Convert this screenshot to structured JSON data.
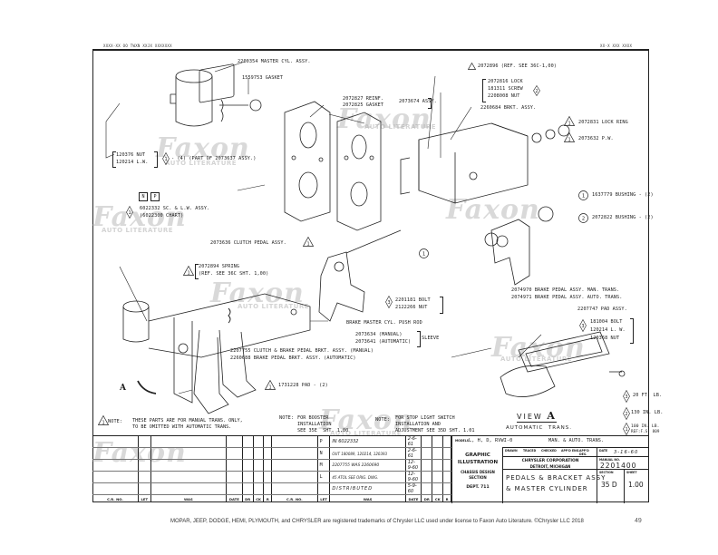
{
  "header": {
    "left_code": "XXXX-XX  OO TWXN XXJX XXXXXXX",
    "right_code": "XX-X  XXX XXXX"
  },
  "callouts": {
    "master_cyl": "2200354 MASTER CYL. ASSY.",
    "gasket": "1559753 GASKET",
    "reinf": "2072827 REINF.",
    "gasket2": "2072825 GASKET",
    "reinf_assy": "2073674 ASSY.",
    "ref_36c": "2072896 (REF. SEE 36C-1,00)",
    "lock": "2072816 LOCK",
    "screw": "181311 SCREW",
    "nut": "2208008 NUT",
    "brkt": "2260684 BRKT. ASSY.",
    "lock_ring": "2072831 LOCK RING",
    "pw": "2073632 P.W.",
    "bushing1": "1637779 BUSHING - (2)",
    "bushing2": "2072822 BUSHING - (2)",
    "nut_120376": "120376 NUT",
    "lw_120214": "120214 L.W.",
    "part_of": "- (4) (PART OF 2073637 ASSY.)",
    "sc_lw": "6022332 SC. & L.W. ASSY.",
    "chart": "(6022300 CHART)",
    "box_n": "N",
    "box_p": "P",
    "clutch_pedal": "2073636 CLUTCH PEDAL ASSY.",
    "spring": "2072894 SPRING",
    "spring_ref": "(REF. SEE 36C SHT. 1,00)",
    "bolt": "2201181 BOLT",
    "nut2": "2122266 NUT",
    "push_rod": "BRAKE MASTER CYL. PUSH ROD",
    "sleeve_man": "2073634 (MANUAL)",
    "sleeve_auto": "2073641 (AUTOMATIC)",
    "sleeve": "SLEEVE",
    "brake_man": "2074970 BRAKE PEDAL ASSY. MAN. TRANS.",
    "brake_auto": "2074971 BRAKE PEDAL ASSY. AUTO. TRANS.",
    "pad_assy": "2207747 PAD ASSY.",
    "bolt2": "181004  BOLT",
    "lw2": "120214  L. W.",
    "nut3": "120368  NUT",
    "bracket_man": "2207755 CLUTCH & BRAKE PEDAL BRKT. ASSY. (MANUAL)",
    "bracket_auto": "2260688 BRAKE PEDAL BRKT. ASSY. (AUTOMATIC)",
    "pad": "1731228 PAD - (2)",
    "view_marker": "A"
  },
  "markers": {
    "one": "1",
    "two": "2",
    "three": "3"
  },
  "torque": [
    {
      "marker": "3",
      "value": "20 FT. LB."
    },
    {
      "marker": "2",
      "value": "130 IN. LB."
    },
    {
      "marker": "1",
      "value": "100 IN. LB."
    }
  ],
  "torque_ref": "REF:F.S. 809",
  "notes": {
    "note1_label": "NOTE:",
    "note1": "THESE PARTS ARE FOR MANUAL TRANS. ONLY,\nTO BE OMITTED WITH AUTOMATIC TRANS.",
    "note2_label": "NOTE:",
    "note2": "FOR BOOSTER\nINSTALLATION\nSEE 35E  SHT. 1,00",
    "note3_label": "NOTE:",
    "note3": "FOR STOP LIGHT SWITCH\nINSTALLATION AND\nADJUSTMENT SEE 35D SHT. 1.01"
  },
  "view": {
    "title_word": "VIEW",
    "title_letter": "A",
    "subtitle": "AUTOMATIC  TRANS."
  },
  "revisions": {
    "headers": [
      "C.R. NO.",
      "LET",
      "WAS",
      "DATE",
      "DR",
      "CK",
      "R",
      "C.R. NO.",
      "LET",
      "WAS",
      "DATE",
      "DR",
      "CK",
      "R"
    ],
    "rows": [
      {
        "let": "P",
        "was": "IN 6022332",
        "date": "2-6-61"
      },
      {
        "let": "N",
        "was": "OUT 180089, 120214, 120393",
        "date": "2-6-61"
      },
      {
        "let": "M",
        "was": "2207755 WAS 2260690",
        "date": "12-9-60"
      },
      {
        "let": "L",
        "was": "45 ATOL SEE ORIG. DWG.",
        "date": "12-9-60"
      },
      {
        "let": "",
        "was": "DISTRIBUTED",
        "date": "5-9-60"
      }
    ]
  },
  "title_block": {
    "dept_title1": "GRAPHIC",
    "dept_title2": "ILLUSTRATION",
    "dept_sub1": "CHASSIS DESIGN",
    "dept_sub2": "SECTION",
    "dept": "DEPT. 711",
    "models_label": "MODELS",
    "models": "L, H, D,   RVWI-0",
    "trans": "MAN. & AUTO. TRANS.",
    "drawn_label": "DRAWN",
    "traced_label": "TRACED",
    "checked_label": "CHECKED",
    "appd_label": "APP'D ENG.",
    "appd2_label": "APP'D DES.",
    "date_label": "DATE",
    "date": "3-16-60",
    "company": "CHRYSLER CORPORATION",
    "city": "DETROIT, MICHIGAN",
    "manual_label": "MANUAL NO.",
    "manual_no": "2201400",
    "drawing_title1": "PEDALS & BRACKET ASSY",
    "drawing_title2": "& MASTER CYLINDER",
    "section_label": "SECTION",
    "section": "35 D",
    "sheet_label": "SHEET",
    "sheet": "1.00"
  },
  "watermark": {
    "brand": "Faxon",
    "sub": "AUTO LITERATURE"
  },
  "footer": {
    "trademark": "MOPAR, JEEP, DODGE, HEMI, PLYMOUTH, and CHRYSLER are registered trademarks of Chrysler LLC used under license to Faxon Auto Literature. ©Chrysler LLC 2018",
    "page_number": "49"
  }
}
